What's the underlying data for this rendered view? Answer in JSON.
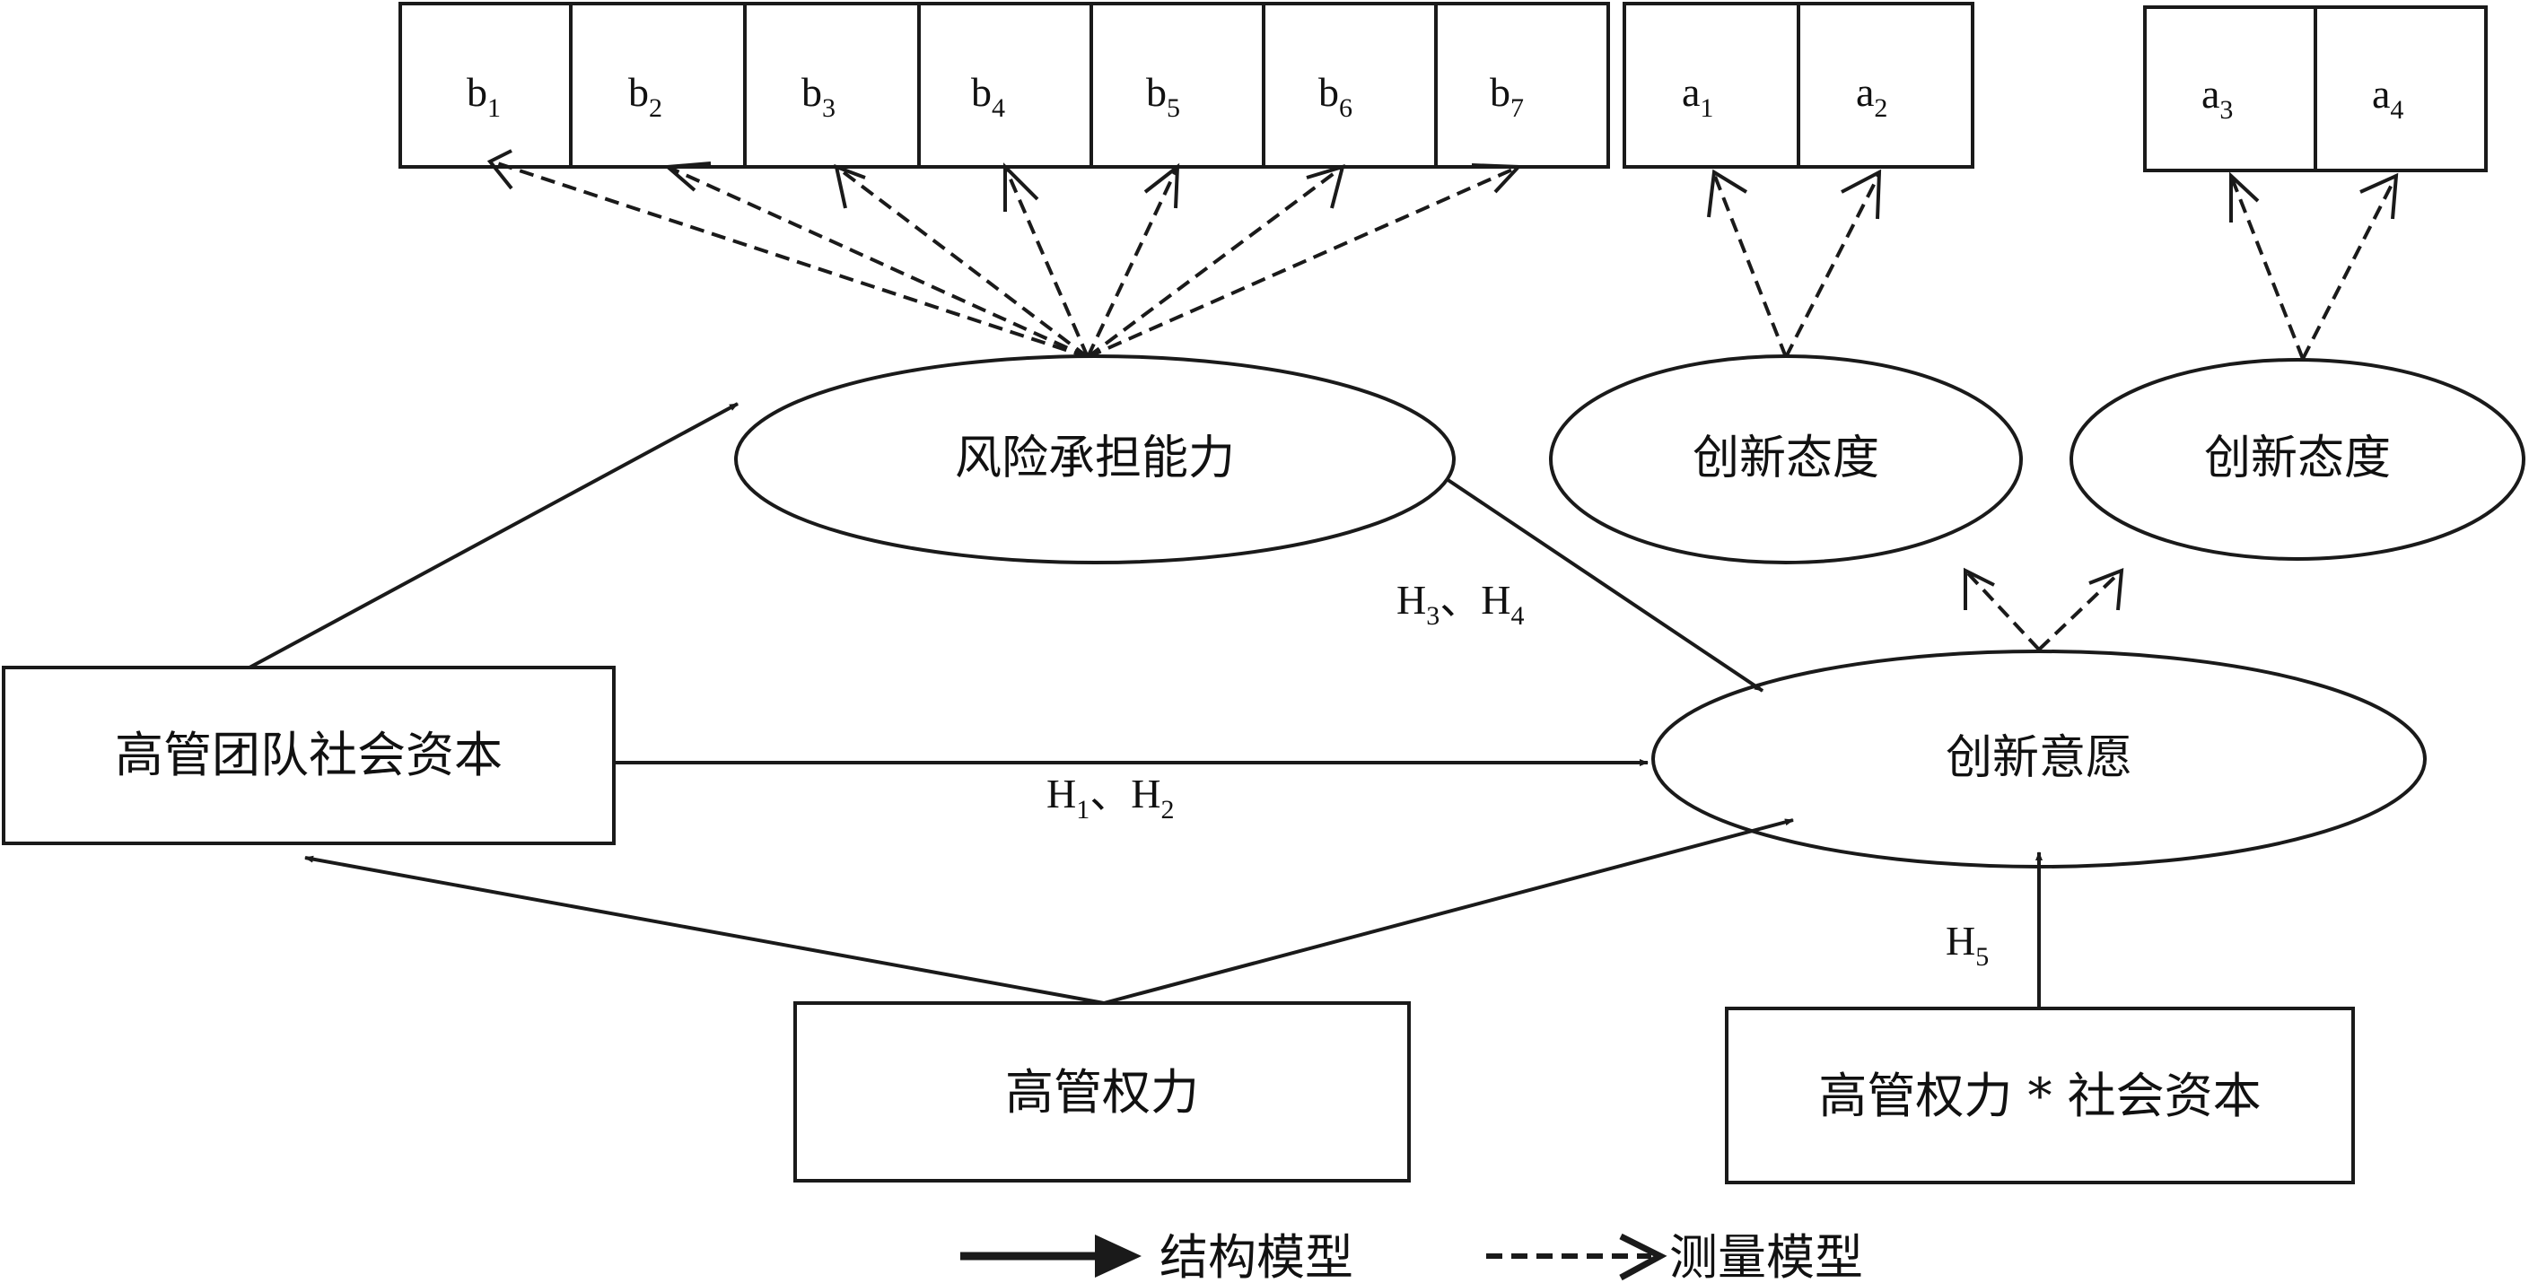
{
  "indicators": {
    "b1": {
      "letter": "b",
      "sub": "1"
    },
    "b2": {
      "letter": "b",
      "sub": "2"
    },
    "b3": {
      "letter": "b",
      "sub": "3"
    },
    "b4": {
      "letter": "b",
      "sub": "4"
    },
    "b5": {
      "letter": "b",
      "sub": "5"
    },
    "b6": {
      "letter": "b",
      "sub": "6"
    },
    "b7": {
      "letter": "b",
      "sub": "7"
    },
    "a1": {
      "letter": "a",
      "sub": "1"
    },
    "a2": {
      "letter": "a",
      "sub": "2"
    },
    "a3": {
      "letter": "a",
      "sub": "3"
    },
    "a4": {
      "letter": "a",
      "sub": "4"
    }
  },
  "latent": {
    "risk": "风险承担能力",
    "attitude1": "创新态度",
    "attitude2": "创新态度",
    "intention": "创新意愿"
  },
  "observed": {
    "social_capital": "高管团队社会资本",
    "power": "高管权力",
    "interaction": "高管权力 * 社会资本"
  },
  "paths": {
    "h34": {
      "h_a": "H",
      "sub_a": "3",
      "sep": "、",
      "h_b": "H",
      "sub_b": "4"
    },
    "h12": {
      "h_a": "H",
      "sub_a": "1",
      "sep": "、",
      "h_b": "H",
      "sub_b": "2"
    },
    "h5": {
      "h": "H",
      "sub": "5"
    }
  },
  "legend": {
    "structural": "结构模型",
    "measurement": "测量模型"
  }
}
